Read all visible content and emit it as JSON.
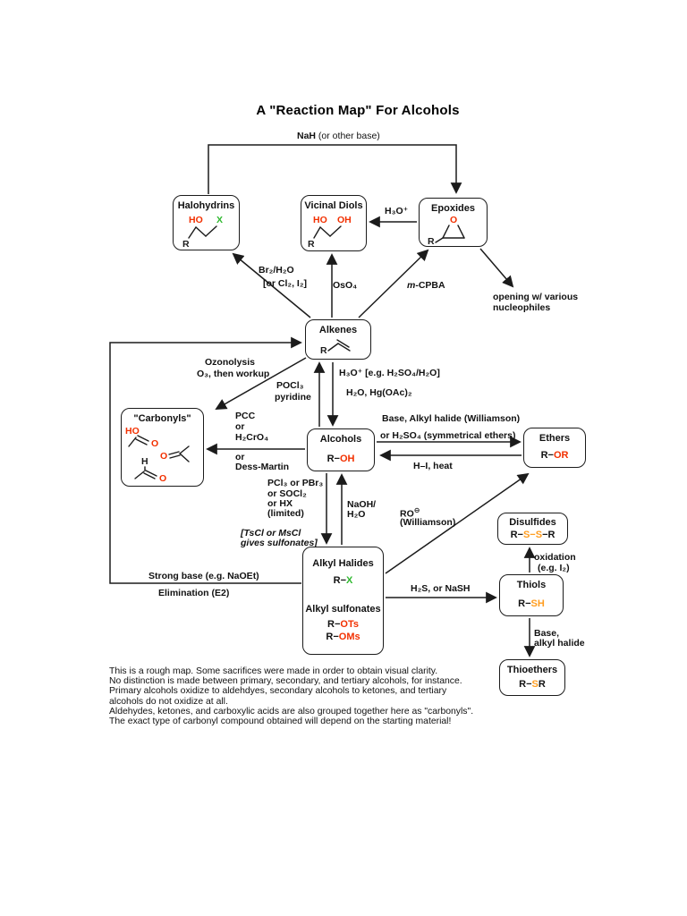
{
  "page": {
    "title": "A \"Reaction Map\" For Alcohols"
  },
  "colors": {
    "heteroatom_red": "#f23000",
    "halide_green": "#2eb82e",
    "sulfur_orange": "#ff9d20",
    "line_black": "#1b1b1b"
  },
  "boxes": {
    "halohydrins": {
      "title": "Halohydrins",
      "struct": {
        "ho": "HO",
        "x": "X",
        "r": "R"
      }
    },
    "vicinal_diols": {
      "title": "Vicinal Diols",
      "struct": {
        "ho": "HO",
        "oh": "OH",
        "r": "R"
      }
    },
    "epoxides": {
      "title": "Epoxides",
      "struct": {
        "o": "O",
        "r": "R"
      }
    },
    "alkenes": {
      "title": "Alkenes",
      "struct": {
        "r": "R"
      }
    },
    "carbonyls": {
      "title": "\"Carbonyls\"",
      "struct": {
        "ho": "HO",
        "o1": "O",
        "o2": "O",
        "h": "H",
        "o3": "O"
      }
    },
    "alcohols": {
      "title": "Alcohols",
      "f_r": "R−",
      "f_oh": "OH"
    },
    "ethers": {
      "title": "Ethers",
      "f_r": "R−",
      "f_or": "OR"
    },
    "alkyl_halides": {
      "title": "Alkyl Halides",
      "f_r": "R−",
      "f_x": "X",
      "subtitle": "Alkyl sulfonates",
      "f2_r": "R−",
      "f2_ots": "OTs",
      "f3_r": "R−",
      "f3_oms": "OMs"
    },
    "disulfides": {
      "title": "Disulfides",
      "f_r1": "R−",
      "f_s1": "S",
      "f_d": "−",
      "f_s2": "S",
      "f_r2": "−R"
    },
    "thiols": {
      "title": "Thiols",
      "f_r": "R−",
      "f_sh": "SH"
    },
    "thioethers": {
      "title": "Thioethers",
      "f_r": "R−",
      "f_s": "S",
      "f_r2": "R"
    }
  },
  "labels": {
    "nah_bold": "NaH",
    "nah_rest": " (or other base)",
    "h3o": "H₃O⁺",
    "br2_1": "Br₂/H₂O",
    "br2_2": "[or Cl₂, I₂]",
    "oso4": "OsO₄",
    "mcpba_m": "m",
    "mcpba_rest": "-CPBA",
    "opening_1": "opening w/ various",
    "opening_2": "nucleophiles",
    "ozon_1": "Ozonolysis",
    "ozon_2": "O₃, then workup",
    "pocl3_1": "POCl₃",
    "pocl3_2": "pyridine",
    "hydr_1": "H₃O⁺ [e.g. H₂SO₄/H₂O]",
    "hydr_2": "H₂O, Hg(OAc)₂",
    "pcc_1": "PCC",
    "pcc_2": "or",
    "pcc_3": "H₂CrO₄",
    "pcc_4": "or",
    "pcc_5": "Dess-Martin",
    "will_1": "Base, Alkyl halide (Williamson)",
    "will_2": "or H₂SO₄ (symmetrical ethers)",
    "hi": "H–I, heat",
    "pcl3_1": "PCl₃ or PBr₃",
    "pcl3_2": "or SOCl₂",
    "pcl3_3": "or HX",
    "pcl3_4": "(limited)",
    "tscl_1": "[TsCl or MsCl",
    "tscl_2": "gives sulfonates]",
    "naoh_1": "NaOH/",
    "naoh_2": "H₂O",
    "ro": "RO",
    "ro_sup": "⊖",
    "ro_2": "(Williamson)",
    "strong_base": "Strong base (e.g. NaOEt)",
    "elim": "Elimination (E2)",
    "h2s": "H₂S, or NaSH",
    "oxid_1": "oxidation",
    "oxid_2": "(e.g. I₂)",
    "base_1": "Base,",
    "base_2": "alkyl halide"
  },
  "footer_lines": [
    "This is a rough map. Some sacrifices were made in order to obtain visual clarity.",
    "No distinction is made between primary, secondary, and tertiary alcohols, for instance.",
    "Primary alcohols oxidize to aldehdyes, secondary alcohols to ketones, and tertiary",
    "alcohols do not oxidize at all.",
    "Aldehydes, ketones, and carboxylic acids are also grouped together here as \"carbonyls\".",
    "The exact type of carbonyl compound obtained will depend on the starting material!"
  ]
}
